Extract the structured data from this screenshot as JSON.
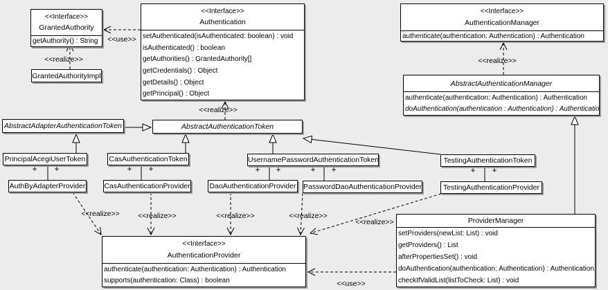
{
  "diagram": {
    "labels": {
      "use": "<<use>>",
      "realize": "<<realize>>",
      "plus": "+"
    },
    "colors": {
      "background": "#ececec",
      "box_fill": "#ffffff",
      "line": "#000000",
      "shadow": "#9a9a9a"
    },
    "classes": {
      "granted_authority": {
        "stereotype": "<<Interface>>",
        "name": "GrantedAuthority",
        "methods": [
          "getAuthority() : String"
        ]
      },
      "granted_authority_impl": {
        "name": "GrantedAuthorityImpl"
      },
      "authentication": {
        "stereotype": "<<Interface>>",
        "name": "Authentication",
        "methods": [
          "setAuthenticated(isAuthenticated: boolean) : void",
          "isAuthenticated() : boolean",
          "getAuthorities() : GrantedAuthority[]",
          "getCredentials() : Object",
          "getDetails() : Object",
          "getPrincipal() : Object"
        ]
      },
      "authentication_manager": {
        "stereotype": "<<Interface>>",
        "name": "AuthenticationManager",
        "methods": [
          "authenticate(authentication: Authentication) : Authentication"
        ]
      },
      "abstract_authentication_manager": {
        "name": "AbstractAuthenticationManager",
        "methods": [
          "authenticate(authentication: Authentication) : Authentication",
          "doAuthentication(authentication : Authentication) : Authentication"
        ]
      },
      "abstract_adapter_authentication_token": {
        "name": "AbstractAdapterAuthenticationToken"
      },
      "abstract_authentication_token": {
        "name": "AbstractAuthenticationToken"
      },
      "principal_acegi_user_token": {
        "name": "PrincipalAcegiUserToken"
      },
      "cas_authentication_token": {
        "name": "CasAuthenticationToken"
      },
      "username_password_authentication_token": {
        "name": "UsernamePasswordAuthenticationToken"
      },
      "testing_authentication_token": {
        "name": "TestingAuthenticationToken"
      },
      "auth_by_adapter_provider": {
        "name": "AuthByAdapterProvider"
      },
      "cas_authentication_provider": {
        "name": "CasAuthenticationProvider"
      },
      "dao_authentication_provider": {
        "name": "DaoAuthenticationProvider"
      },
      "password_dao_authentication_provider": {
        "name": "PasswordDaoAuthenticationProvider"
      },
      "testing_authentication_provider": {
        "name": "TestingAuthenticationProvider"
      },
      "authentication_provider": {
        "stereotype": "<<Interface>>",
        "name": "AuthenticationProvider",
        "methods": [
          "authenticate(authentication: Authentication) : Authentication",
          "supports(authentication: Class) : boolean"
        ]
      },
      "provider_manager": {
        "name": "ProviderManager",
        "methods": [
          "setProviders(newList: List) : void",
          "getProviders() : List",
          "afterPropertiesSet() : void",
          "doAuthentication(authentication: Authentication) : Authentication",
          "checkIfValidList(listToCheck: List) : void"
        ]
      }
    }
  }
}
